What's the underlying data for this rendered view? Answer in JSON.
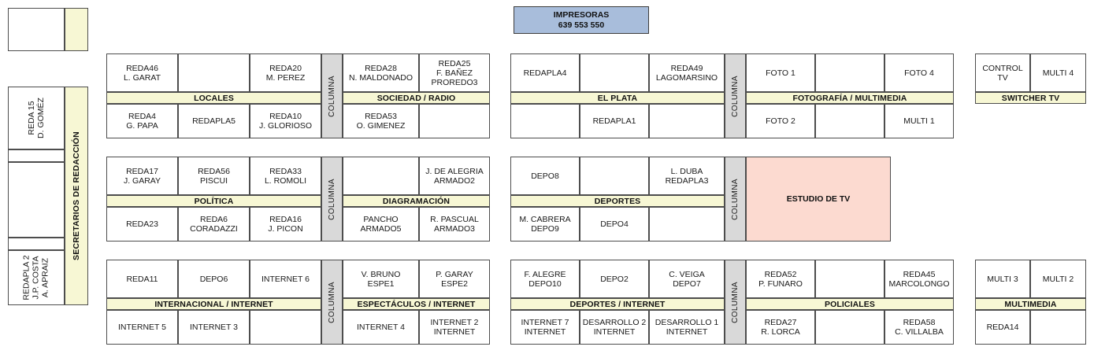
{
  "printers": {
    "title": "IMPRESORAS",
    "numbers": "639  553  550"
  },
  "sidebar": {
    "label": "SECRETARIOS DE REDACCIÓN",
    "cells": [
      {
        "lines": [
          "REDA 15",
          "D. GOMÉZ"
        ]
      },
      {
        "lines": []
      },
      {
        "lines": []
      },
      {
        "lines": [
          "REDAPLA 2",
          "J.P. COSTA",
          "A. APRAIZ"
        ]
      }
    ],
    "top_box": {
      "lines": []
    }
  },
  "columna_label": "COLUMNA",
  "blocks": {
    "locales": {
      "label": "LOCALES",
      "top": [
        {
          "lines": [
            "REDA46",
            "L. GARAT"
          ]
        },
        {
          "lines": []
        },
        {
          "lines": [
            "REDA20",
            "M. PEREZ"
          ]
        }
      ],
      "bottom": [
        {
          "lines": [
            "REDA4",
            "G. PAPA"
          ]
        },
        {
          "lines": [
            "REDAPLA5"
          ]
        },
        {
          "lines": [
            "REDA10",
            "J. GLORIOSO"
          ]
        }
      ]
    },
    "sociedad_radio": {
      "label": "SOCIEDAD / RADIO",
      "top": [
        {
          "lines": [
            "REDA28",
            "N. MALDONADO"
          ]
        },
        {
          "lines": [
            "REDA25",
            "F. BAÑEZ",
            "PROREDO3"
          ]
        }
      ],
      "bottom": [
        {
          "lines": [
            "REDA53",
            "O. GIMENEZ"
          ]
        },
        {
          "lines": []
        }
      ]
    },
    "el_plata": {
      "label": "EL PLATA",
      "top": [
        {
          "lines": [
            "REDAPLA4"
          ]
        },
        {
          "lines": []
        },
        {
          "lines": [
            "REDA49",
            "LAGOMARSINO"
          ]
        }
      ],
      "bottom": [
        {
          "lines": []
        },
        {
          "lines": [
            "REDAPLA1"
          ]
        },
        {
          "lines": []
        }
      ]
    },
    "fotografia_multimedia": {
      "label": "FOTOGRAFÍA / MULTIMEDIA",
      "top": [
        {
          "lines": [
            "FOTO 1"
          ]
        },
        {
          "lines": []
        },
        {
          "lines": [
            "FOTO 4"
          ]
        }
      ],
      "bottom": [
        {
          "lines": [
            "FOTO 2"
          ]
        },
        {
          "lines": []
        },
        {
          "lines": [
            "MULTI 1"
          ]
        }
      ]
    },
    "switcher_tv": {
      "label": "SWITCHER TV",
      "top": [
        {
          "lines": [
            "CONTROL TV"
          ]
        },
        {
          "lines": [
            "MULTI 4"
          ]
        }
      ]
    },
    "politica": {
      "label": "POLÍTICA",
      "top": [
        {
          "lines": [
            "REDA17",
            "J. GARAY"
          ]
        },
        {
          "lines": [
            "REDA56",
            "PISCUI"
          ]
        },
        {
          "lines": [
            "REDA33",
            "L. ROMOLI"
          ]
        }
      ],
      "bottom": [
        {
          "lines": [
            "REDA23"
          ]
        },
        {
          "lines": [
            "REDA6",
            "CORADAZZI"
          ]
        },
        {
          "lines": [
            "REDA16",
            "J. PICON"
          ]
        }
      ]
    },
    "diagramacion": {
      "label": "DIAGRAMACIÓN",
      "top": [
        {
          "lines": []
        },
        {
          "lines": [
            "J. DE ALEGRIA",
            "ARMADO2"
          ]
        }
      ],
      "bottom": [
        {
          "lines": [
            "PANCHO",
            "ARMADO5"
          ]
        },
        {
          "lines": [
            "R. PASCUAL",
            "ARMADO3"
          ]
        }
      ]
    },
    "deportes": {
      "label": "DEPORTES",
      "top": [
        {
          "lines": [
            "DEPO8"
          ]
        },
        {
          "lines": []
        },
        {
          "lines": [
            "L. DUBA",
            "REDAPLA3"
          ]
        }
      ],
      "bottom": [
        {
          "lines": [
            "M. CABRERA",
            "DEPO9"
          ]
        },
        {
          "lines": [
            "DEPO4"
          ]
        },
        {
          "lines": []
        }
      ]
    },
    "estudio_tv": {
      "label": "ESTUDIO DE TV"
    },
    "internacional_internet": {
      "label": "INTERNACIONAL / INTERNET",
      "top": [
        {
          "lines": [
            "REDA11"
          ]
        },
        {
          "lines": [
            "DEPO6"
          ]
        },
        {
          "lines": [
            "INTERNET 6"
          ]
        }
      ],
      "bottom": [
        {
          "lines": [
            "INTERNET 5"
          ]
        },
        {
          "lines": [
            "INTERNET 3"
          ]
        },
        {
          "lines": []
        }
      ]
    },
    "espectaculos_internet": {
      "label": "ESPECTÁCULOS / INTERNET",
      "top": [
        {
          "lines": [
            "V. BRUNO",
            "ESPE1"
          ]
        },
        {
          "lines": [
            "P. GARAY",
            "ESPE2"
          ]
        }
      ],
      "bottom": [
        {
          "lines": [
            "INTERNET 4"
          ]
        },
        {
          "lines": [
            "INTERNET 2",
            "INTERNET"
          ]
        }
      ]
    },
    "deportes_internet": {
      "label": "DEPORTES / INTERNET",
      "top": [
        {
          "lines": [
            "F. ALEGRE",
            "DEPO10"
          ]
        },
        {
          "lines": [
            "DEPO2"
          ]
        },
        {
          "lines": [
            "C. VEIGA",
            "DEPO7"
          ]
        }
      ],
      "bottom": [
        {
          "lines": [
            "INTERNET 7",
            "INTERNET"
          ]
        },
        {
          "lines": [
            "DESARROLLO 2",
            "INTERNET"
          ]
        },
        {
          "lines": [
            "DESARROLLO 1",
            "INTERNET"
          ]
        }
      ]
    },
    "policiales": {
      "label": "POLICIALES",
      "top": [
        {
          "lines": [
            "REDA52",
            "P. FUNARO"
          ]
        },
        {
          "lines": []
        },
        {
          "lines": [
            "REDA45",
            "MARCOLONGO"
          ]
        }
      ],
      "bottom": [
        {
          "lines": [
            "REDA27",
            "R. LORCA"
          ]
        },
        {
          "lines": []
        },
        {
          "lines": [
            "REDA58",
            "C. VILLALBA"
          ]
        }
      ]
    },
    "multimedia": {
      "label": "MULTIMEDIA",
      "top": [
        {
          "lines": [
            "MULTI 3"
          ]
        },
        {
          "lines": [
            "MULTI 2"
          ]
        }
      ],
      "bottom": [
        {
          "lines": [
            "REDA14"
          ]
        },
        {
          "lines": []
        }
      ]
    }
  },
  "colors": {
    "label_bar": "#f7f7d4",
    "columna": "#d9d9d9",
    "printers": "#a8bddb",
    "studio": "#fcdad0",
    "border": "#4d4d4d"
  }
}
